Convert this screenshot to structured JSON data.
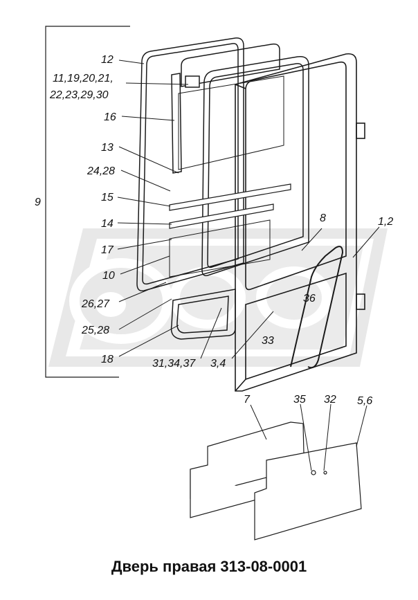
{
  "caption": "Дверь правая 313-08-0001",
  "callouts": {
    "c9": "9",
    "c12": "12",
    "c11": "11,19,20,21,",
    "c22": "22,23,29,30",
    "c16": "16",
    "c13": "13",
    "c24": "24,28",
    "c15": "15",
    "c14": "14",
    "c17": "17",
    "c10": "10",
    "c26": "26,27",
    "c25": "25,28",
    "c18": "18",
    "c31": "31,34,37",
    "c3": "3,4",
    "c33": "33",
    "c36": "36",
    "c8": "8",
    "c1": "1,2",
    "c7": "7",
    "c35": "35",
    "c32": "32",
    "c5": "5,6"
  },
  "colors": {
    "line": "#1a1a1a",
    "hatch": "#888888",
    "watermark": "#cfcfcf"
  }
}
